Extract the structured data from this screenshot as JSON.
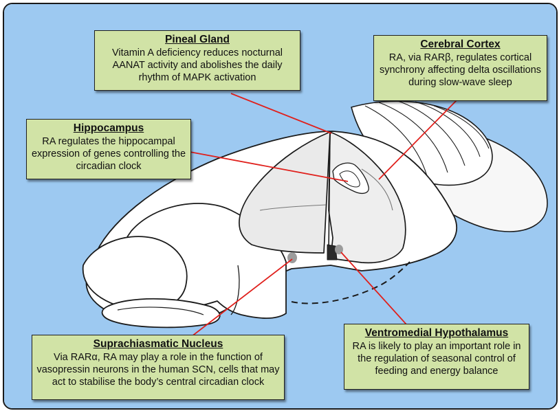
{
  "colors": {
    "background": "#9dc9f1",
    "box_fill": "#d1e3a6",
    "leader_line": "#e0201c",
    "brain_fill": "#ffffff",
    "section_fill": "#eeeeee",
    "nucleus_marker": "#9c9c9c"
  },
  "annotations": {
    "pineal": {
      "title": "Pineal Gland",
      "text": "Vitamin A deficiency reduces nocturnal AANAT activity and abolishes the daily rhythm of MAPK activation"
    },
    "cortex": {
      "title": "Cerebral Cortex",
      "text": "RA, via RARβ, regulates cortical synchrony affecting delta oscillations during slow-wave sleep"
    },
    "hippocampus": {
      "title": "Hippocampus",
      "text": "RA regulates the hippocampal expression of genes controlling the circadian clock"
    },
    "scn": {
      "title": "Suprachiasmatic Nucleus",
      "text": "Via RARα, RA may play a role in the function of vasopressin neurons in the human SCN, cells that may act to stabilise the body’s central circadian clock"
    },
    "vmh": {
      "title": "Ventromedial Hypothalamus",
      "text": "RA is likely to play an important role in the regulation of seasonal control of feeding and energy balance"
    }
  }
}
